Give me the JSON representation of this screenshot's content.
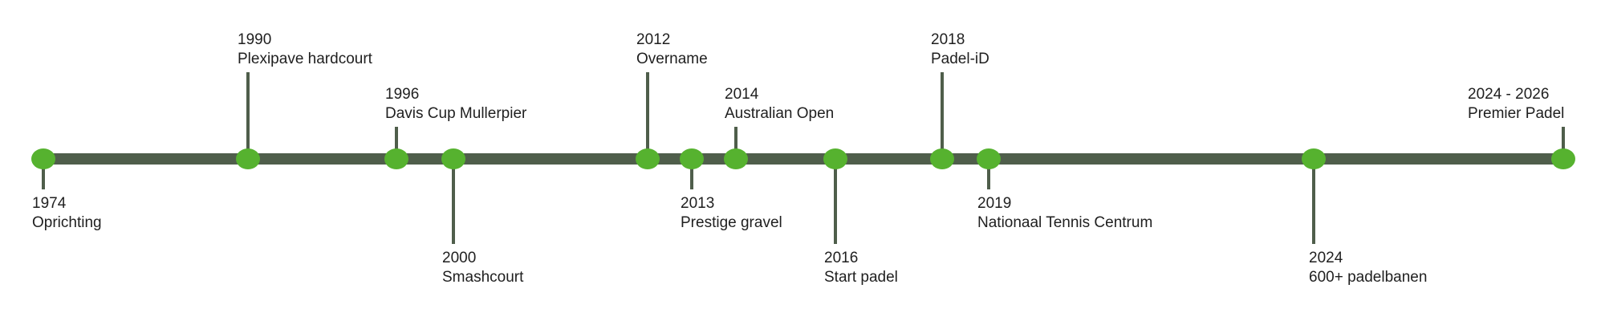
{
  "colors": {
    "axis": "#4f5e4b",
    "stem": "#4f5e4b",
    "dot": "#56b22f",
    "text": "#1f1f1f"
  },
  "events": [
    {
      "year": "1974",
      "label": "Oprichting"
    },
    {
      "year": "1990",
      "label": "Plexipave hardcourt"
    },
    {
      "year": "1996",
      "label": "Davis Cup Mullerpier"
    },
    {
      "year": "2000",
      "label": "Smashcourt"
    },
    {
      "year": "2012",
      "label": "Overname"
    },
    {
      "year": "2013",
      "label": "Prestige gravel"
    },
    {
      "year": "2014",
      "label": "Australian Open"
    },
    {
      "year": "2016",
      "label": "Start padel"
    },
    {
      "year": "2018",
      "label": "Padel-iD"
    },
    {
      "year": "2019",
      "label": "Nationaal Tennis Centrum"
    },
    {
      "year": "2024",
      "label": "600+ padelbanen"
    },
    {
      "year": "2024 - 2026",
      "label": "Premier Padel"
    }
  ]
}
